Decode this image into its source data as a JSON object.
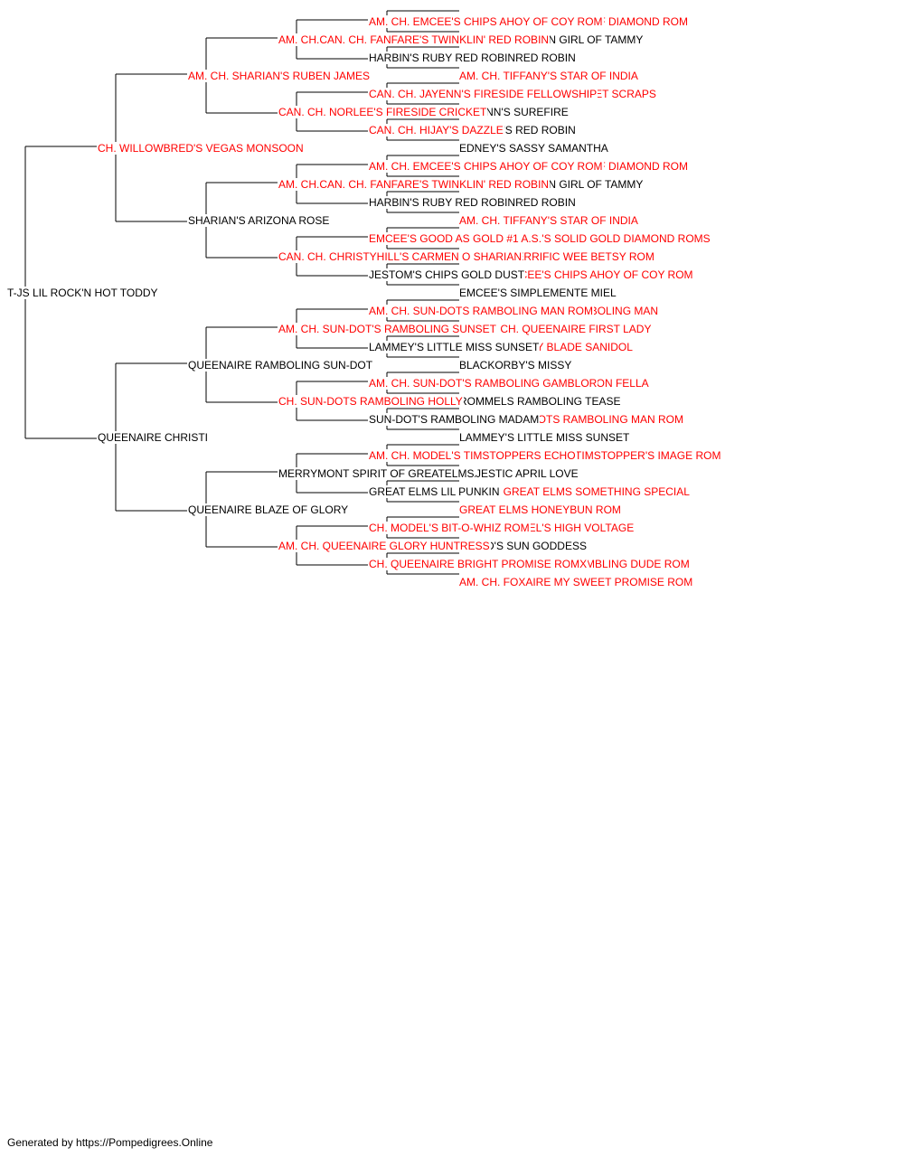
{
  "colors": {
    "champion": "#ff0000",
    "normal": "#000000",
    "line": "#000000"
  },
  "pedigree": {
    "name": "T-JS LIL ROCK'N HOT TODDY",
    "ch": false,
    "sire": {
      "name": "CH. WILLOWBRED'S VEGAS MONSOON",
      "ch": true,
      "sire": {
        "name": "AM. CH. SHARIAN'S RUBEN JAMES",
        "ch": true,
        "sire": {
          "name": "AM. CH.CAN. CH. FANFARE'S TWINKLIN' RED ROBIN",
          "ch": true,
          "sire": {
            "name": "AM. CH. EMCEE'S CHIPS AHOY OF COY ROM",
            "ch": true,
            "sire": {
              "name": "AM. CH. EMCEE'S CHIPS OF DIAMOND ROM",
              "ch": true
            },
            "dam": {
              "name": "EMCEE'S GOLDEN GIRL OF TAMMY",
              "ch": false
            }
          },
          "dam": {
            "name": "HARBIN'S RUBY RED ROBIN",
            "ch": false,
            "sire": {
              "name": "JESTOM'S RED ROBIN",
              "ch": false
            },
            "dam": {
              "name": "AM. CH. TIFFANY'S STAR OF INDIA",
              "ch": true
            }
          }
        },
        "dam": {
          "name": "CAN. CH. NORLEE'S FIRESIDE CRICKET",
          "ch": true,
          "sire": {
            "name": "CAN. CH. JAYENN'S FIRESIDE FELLOWSHIP",
            "ch": true,
            "sire": {
              "name": "CAN. CH. JAYENN'S POCKET SCRAPS",
              "ch": true
            },
            "dam": {
              "name": "JAYENN'S SUREFIRE",
              "ch": false
            }
          },
          "dam": {
            "name": "CAN. CH. HIJAY'S DAZZLE",
            "ch": true,
            "sire": {
              "name": "JESTOM'S RED ROBIN",
              "ch": false
            },
            "dam": {
              "name": "EDNEY'S SASSY SAMANTHA",
              "ch": false
            }
          }
        }
      },
      "dam": {
        "name": "SHARIAN'S ARIZONA ROSE",
        "ch": false,
        "sire": {
          "name": "AM. CH.CAN. CH. FANFARE'S TWINKLIN' RED ROBIN",
          "ch": true,
          "sire": {
            "name": "AM. CH. EMCEE'S CHIPS AHOY OF COY ROM",
            "ch": true,
            "sire": {
              "name": "AM. CH. EMCEE'S CHIPS OF DIAMOND ROM",
              "ch": true
            },
            "dam": {
              "name": "EMCEE'S GOLDEN GIRL OF TAMMY",
              "ch": false
            }
          },
          "dam": {
            "name": "HARBIN'S RUBY RED ROBIN",
            "ch": false,
            "sire": {
              "name": "JESTOM'S RED ROBIN",
              "ch": false
            },
            "dam": {
              "name": "AM. CH. TIFFANY'S STAR OF INDIA",
              "ch": true
            }
          }
        },
        "dam": {
          "name": "CAN. CH. CHRISTYHILL'S CARMEN O SHARIAN",
          "ch": true,
          "sire": {
            "name": "EMCEE'S GOOD AS GOLD #1 A.S.",
            "ch": true,
            "sire": {
              "name": "AM. CH. EMCEE'S SOLID GOLD DIAMOND ROMS",
              "ch": true
            },
            "dam": {
              "name": "EMCEE'S TERRIFIC WEE BETSY ROM",
              "ch": true
            }
          },
          "dam": {
            "name": "JESTOM'S CHIPS GOLD DUST",
            "ch": false,
            "sire": {
              "name": "AM. CH. EMCEE'S CHIPS AHOY OF COY ROM",
              "ch": true
            },
            "dam": {
              "name": "EMCEE'S SIMPLEMENTE MIEL",
              "ch": false
            }
          }
        }
      }
    },
    "dam": {
      "name": "QUEENAIRE CHRISTI",
      "ch": false,
      "sire": {
        "name": "QUEENAIRE RAMBOLING SUN-DOT",
        "ch": false,
        "sire": {
          "name": "AM. CH. SUN-DOT'S RAMBOLING SUNSET",
          "ch": true,
          "sire": {
            "name": "AM. CH. SUN-DOTS RAMBOLING MAN ROM",
            "ch": true,
            "sire": {
              "name": "BISCH. QUEENAIRE GAMBOLING MAN",
              "ch": true
            },
            "dam": {
              "name": "CH.AM. CH. QUEENAIRE FIRST LADY",
              "ch": true
            }
          },
          "dam": {
            "name": "LAMMEY'S LITTLE MISS SUNSET",
            "ch": false,
            "sire": {
              "name": "CH. S A M'S GAY BLADE SANIDOL",
              "ch": true
            },
            "dam": {
              "name": "BLACKORBY'S MISSY",
              "ch": false
            }
          }
        },
        "dam": {
          "name": "CH. SUN-DOTS RAMBOLING HOLLY",
          "ch": true,
          "sire": {
            "name": "AM. CH. SUN-DOT'S RAMBOLING GAMBLOR",
            "ch": true,
            "sire": {
              "name": "AM. CH. SUN-DOT'S FASHION FELLA",
              "ch": true
            },
            "dam": {
              "name": "ROMMELS RAMBOLING TEASE",
              "ch": false
            }
          },
          "dam": {
            "name": "SUN-DOT'S RAMBOLING MADAM",
            "ch": false,
            "sire": {
              "name": "AM. CH. SUN-DOTS RAMBOLING MAN ROM",
              "ch": true
            },
            "dam": {
              "name": "LAMMEY'S LITTLE MISS SUNSET",
              "ch": false
            }
          }
        }
      },
      "dam": {
        "name": "QUEENAIRE BLAZE OF GLORY",
        "ch": false,
        "sire": {
          "name": "MERRYMONT SPIRIT OF GREATELMS",
          "ch": false,
          "sire": {
            "name": "AM. CH. MODEL'S TIMSTOPPERS ECHO",
            "ch": true,
            "sire": {
              "name": "AM. CH. GREAT ELMS TIMSTOPPER'S IMAGE ROM",
              "ch": true
            },
            "dam": {
              "name": "MAJESTIC APRIL LOVE",
              "ch": false
            }
          },
          "dam": {
            "name": "GREAT ELMS LIL PUNKIN",
            "ch": false,
            "sire": {
              "name": "AM. CH. GREAT ELMS SOMETHING SPECIAL",
              "ch": true
            },
            "dam": {
              "name": "GREAT ELMS HONEYBUN ROM",
              "ch": true
            }
          }
        },
        "dam": {
          "name": "AM. CH. QUEENAIRE GLORY HUNTRESS",
          "ch": true,
          "sire": {
            "name": "CH. MODEL'S BIT-O-WHIZ ROM",
            "ch": true,
            "sire": {
              "name": "AM. CH. MODEL'S HIGH VOLTAGE",
              "ch": true
            },
            "dam": {
              "name": "WOOD'S SUN GODDESS",
              "ch": false
            }
          },
          "dam": {
            "name": "CH. QUEENAIRE BRIGHT PROMISE ROMX",
            "ch": true,
            "sire": {
              "name": "AM. CH. QUEENAIRE GAMBLING DUDE ROM",
              "ch": true
            },
            "dam": {
              "name": "AM. CH. FOXAIRE MY SWEET PROMISE ROM",
              "ch": true
            }
          }
        }
      }
    }
  },
  "footer": {
    "text": "Generated by https://Pompedigrees.Online"
  }
}
